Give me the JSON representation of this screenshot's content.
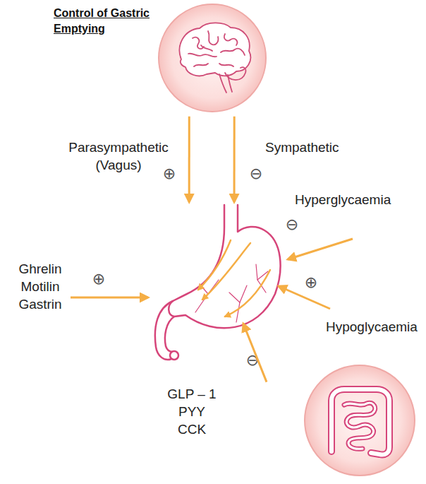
{
  "diagram": {
    "title": "Control of Gastric Emptying",
    "nodes": [
      {
        "text": []
      },
      {
        "text": []
      },
      {
        "text": []
      }
    ],
    "edges": [
      {
        "from": 0,
        "to": 1,
        "arrow": "to",
        "label": "Parasympathetic (Vagus)"
      },
      {
        "from": 0,
        "to": 1,
        "arrow": "to",
        "label": "Sympathetic"
      },
      {
        "from": 2,
        "to": 1,
        "arrow": "to",
        "label": "GLP – 1 PYY CCK"
      }
    ],
    "labels": [
      "⊕",
      "⊖",
      "Ghrelin Motilin Gastrin",
      "⊕",
      "Hyperglycaemia",
      "⊖",
      "Hypoglycaemia",
      "⊕",
      "⊖"
    ]
  }
}
